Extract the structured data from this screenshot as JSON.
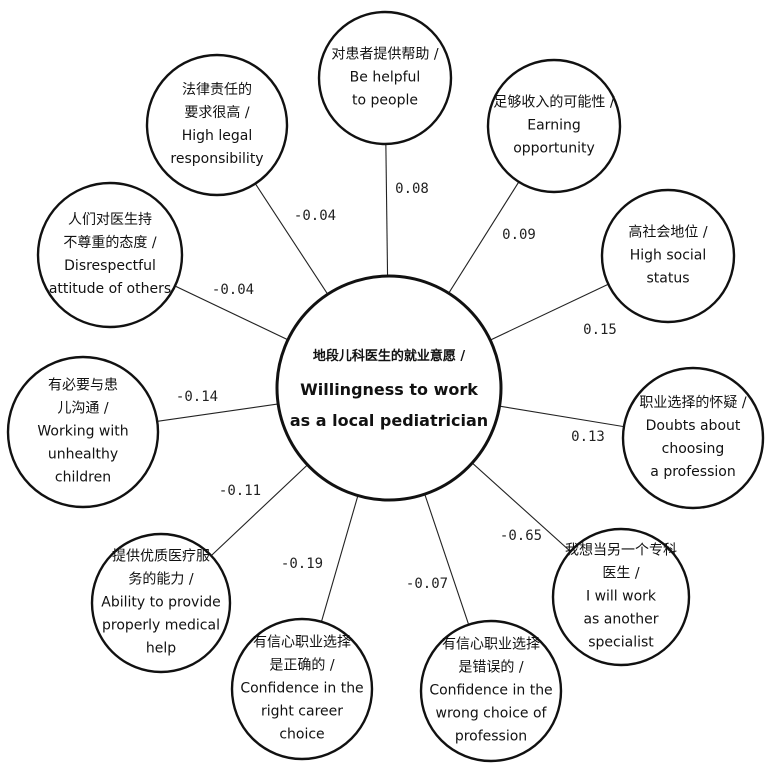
{
  "center": {
    "zh": "地段儿科医生的就业意愿 /",
    "en1": "Willingness to work",
    "en2": "as a local pediatrician"
  },
  "factors": [
    {
      "id": "helpful",
      "lines": [
        "对患者提供帮助 /",
        "Be helpful",
        "to people"
      ],
      "weight": "0.08"
    },
    {
      "id": "earning",
      "lines": [
        "足够收入的可能性 /",
        "Earning",
        "opportunity"
      ],
      "weight": "0.09"
    },
    {
      "id": "status",
      "lines": [
        "高社会地位 /",
        "High social",
        "status"
      ],
      "weight": "0.15"
    },
    {
      "id": "doubts",
      "lines": [
        "职业选择的怀疑 /",
        "Doubts about",
        "choosing",
        "a profession"
      ],
      "weight": "0.13"
    },
    {
      "id": "specialist",
      "lines": [
        "我想当另一个专科",
        "医生 /",
        "I will work",
        "as another",
        "specialist"
      ],
      "weight": "-0.65"
    },
    {
      "id": "wrong-choice",
      "lines": [
        "有信心职业选择",
        "是错误的 /",
        "Confidence in the",
        "wrong choice of",
        "profession"
      ],
      "weight": "-0.07"
    },
    {
      "id": "right-choice",
      "lines": [
        "有信心职业选择",
        "是正确的 /",
        "Confidence in the",
        "right career",
        "choice"
      ],
      "weight": "-0.19"
    },
    {
      "id": "medical-help",
      "lines": [
        "提供优质医疗服",
        "务的能力 /",
        "Ability to provide",
        "properly medical",
        "help"
      ],
      "weight": "-0.11"
    },
    {
      "id": "unhealthy",
      "lines": [
        "有必要与患",
        "儿沟通 /",
        "Working with",
        "unhealthy",
        "children"
      ],
      "weight": "-0.14"
    },
    {
      "id": "disrespect",
      "lines": [
        "人们对医生持",
        "不尊重的态度 /",
        "Disrespectful",
        "attitude of others"
      ],
      "weight": "-0.04"
    },
    {
      "id": "legal",
      "lines": [
        "法律责任的",
        "要求很高 /",
        "High legal",
        "responsibility"
      ],
      "weight": "-0.04"
    }
  ]
}
